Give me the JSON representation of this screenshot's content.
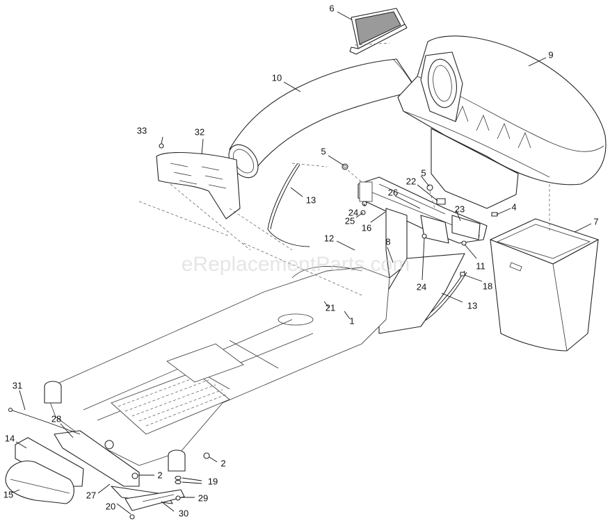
{
  "watermark": "eReplacementParts.com",
  "callouts": {
    "c1": "1",
    "c2a": "2",
    "c2b": "2",
    "c4": "4",
    "c5a": "5",
    "c5b": "5",
    "c6": "6",
    "c7": "7",
    "c8": "8",
    "c9": "9",
    "c10": "10",
    "c11": "11",
    "c12": "12",
    "c13a": "13",
    "c13b": "13",
    "c14": "14",
    "c15": "15",
    "c16": "16",
    "c18": "18",
    "c19": "19",
    "c20": "20",
    "c21": "21",
    "c22": "22",
    "c23": "23",
    "c24a": "24",
    "c24b": "24",
    "c25": "25",
    "c26": "26",
    "c27": "27",
    "c28": "28",
    "c29": "29",
    "c30": "30",
    "c31": "31",
    "c32": "32",
    "c33": "33"
  }
}
